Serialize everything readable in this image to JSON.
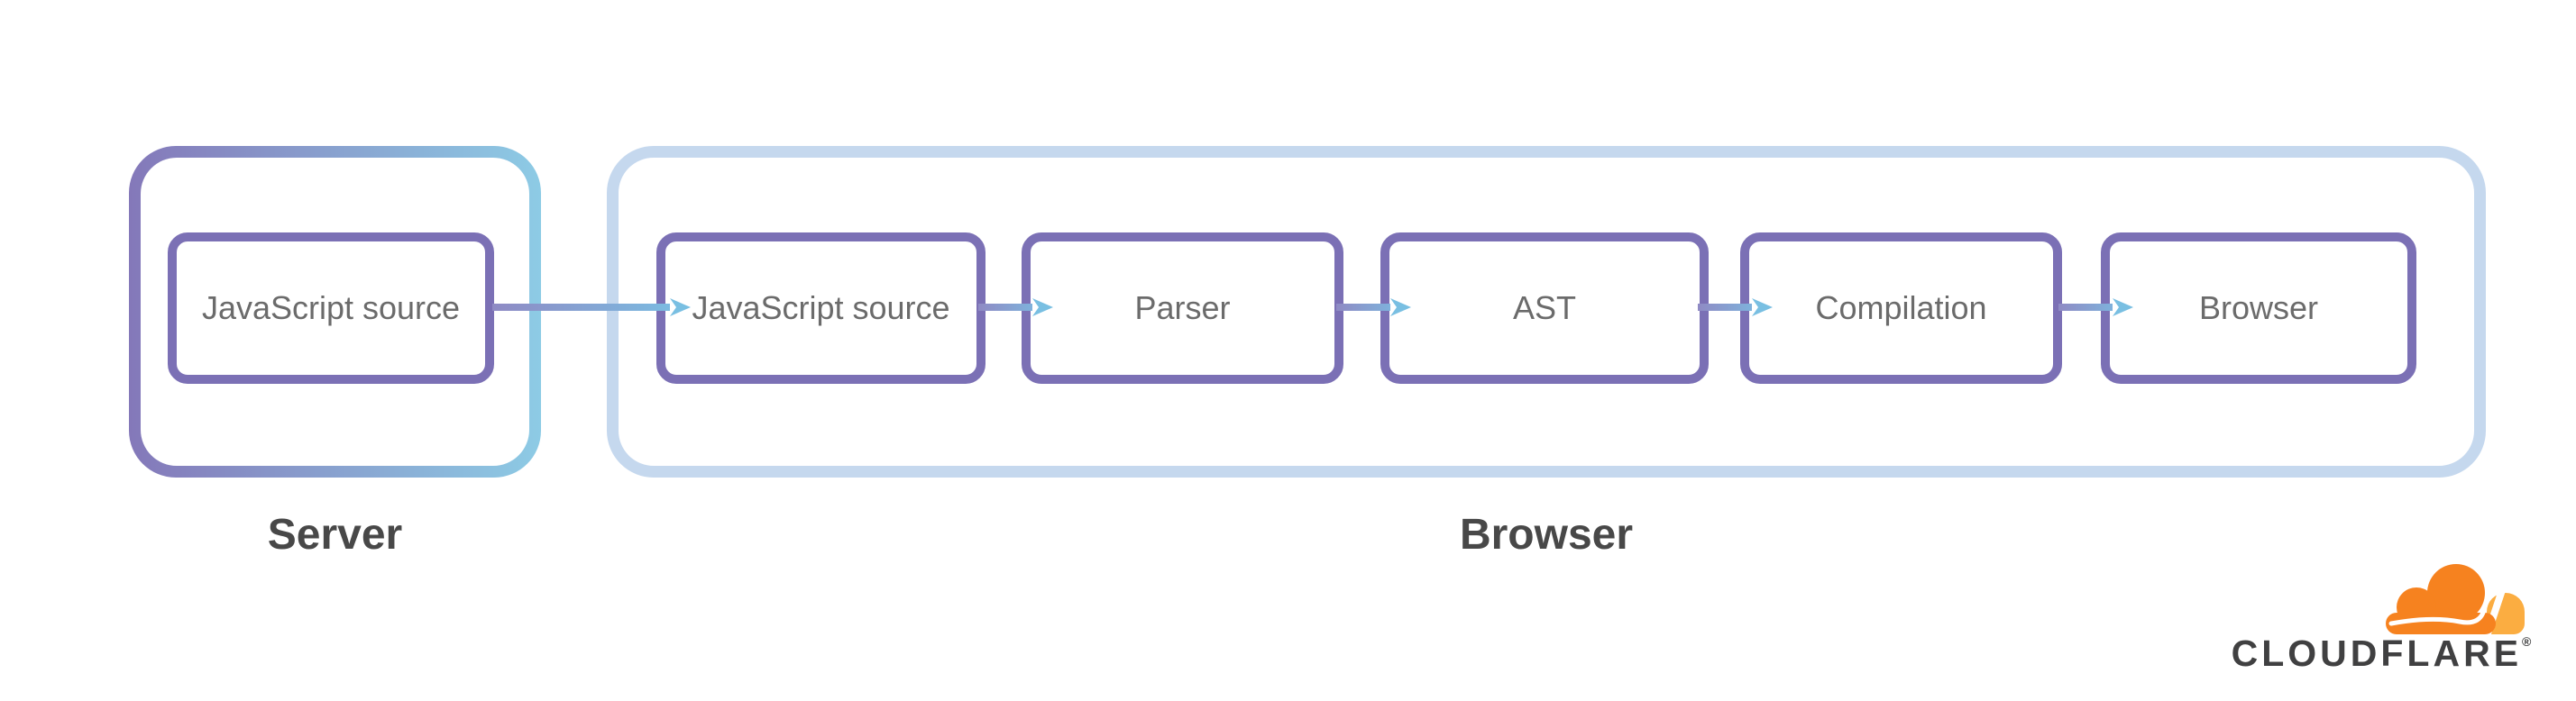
{
  "diagram": {
    "title_hint": "JavaScript source compilation flow",
    "server": {
      "label": "Server",
      "boxes": [
        {
          "label": "JavaScript source"
        }
      ]
    },
    "browser": {
      "label": "Browser",
      "boxes": [
        {
          "label": "JavaScript source"
        },
        {
          "label": "Parser"
        },
        {
          "label": "AST"
        },
        {
          "label": "Compilation"
        },
        {
          "label": "Browser"
        }
      ]
    },
    "colors": {
      "node_border": "#7b70b5",
      "server_container_gradient_start": "#8478b9",
      "server_container_gradient_end": "#8dcbe5",
      "browser_container_border": "#c5d8ee",
      "arrow_gradient_start": "#8f8ac4",
      "arrow_gradient_end": "#79c0e4",
      "arrow_head": "#79bfe2",
      "node_text": "#6b6b6b",
      "section_label_text": "#484848"
    }
  },
  "logo": {
    "wordmark": "CLOUDFLARE",
    "registered_mark": "®",
    "cloud_orange": "#F6821F",
    "cloud_light_orange": "#FBAD41",
    "wordmark_color": "#404041"
  }
}
